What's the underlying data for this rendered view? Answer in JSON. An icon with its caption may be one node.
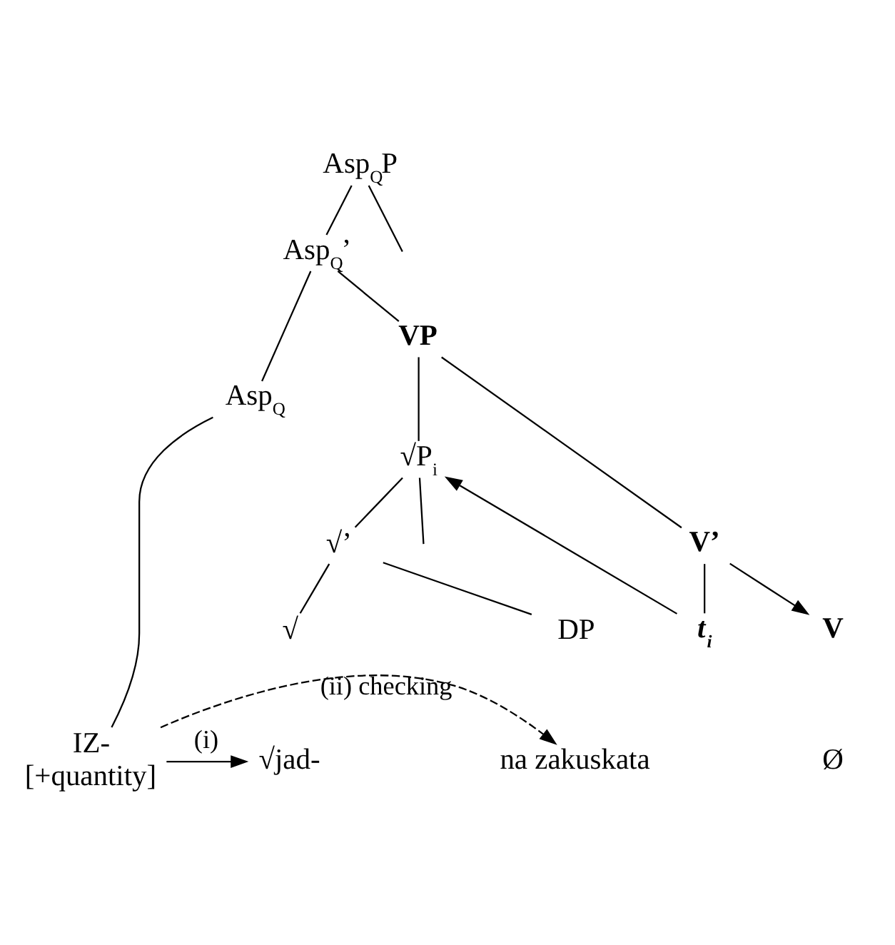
{
  "diagram": {
    "nodes": [
      {
        "text": [
          "Asp$_{Q}$P"
        ]
      },
      {
        "text": [
          "Asp$_{Q}$’"
        ]
      },
      {
        "text": [
          "Asp$_{Q}$"
        ]
      },
      {
        "text": [
          "VP"
        ]
      },
      {
        "text": [
          "√P$_{i}$"
        ]
      },
      {
        "text": [
          "V’"
        ]
      },
      {
        "text": [
          "√’"
        ]
      },
      {
        "text": [
          "√"
        ]
      },
      {
        "text": [
          "DP"
        ]
      },
      {
        "text": [
          "V"
        ]
      },
      {
        "text": [
          "t$_{i}$"
        ]
      },
      {
        "text": [
          "IZ-",
          "[+quantity]"
        ]
      },
      {
        "text": [
          "√jad-"
        ]
      },
      {
        "text": [
          "na zakuskata"
        ]
      },
      {
        "text": [
          "Ø"
        ]
      }
    ],
    "edges": [
      {
        "from": 0,
        "to": null,
        "arrow": "none"
      },
      {
        "from": 0,
        "to": 1,
        "arrow": "none"
      },
      {
        "from": 1,
        "to": 2,
        "arrow": "none"
      },
      {
        "from": 1,
        "to": 3,
        "arrow": "none"
      },
      {
        "from": 2,
        "to": 11,
        "arrow": "none"
      },
      {
        "from": 3,
        "to": 4,
        "arrow": "none"
      },
      {
        "from": 3,
        "to": 5,
        "arrow": "none"
      },
      {
        "from": 4,
        "to": null,
        "arrow": "none"
      },
      {
        "from": 4,
        "to": 6,
        "arrow": "none"
      },
      {
        "from": 6,
        "to": 7,
        "arrow": "none"
      },
      {
        "from": 6,
        "to": 8,
        "arrow": "none"
      },
      {
        "from": 5,
        "to": 9,
        "arrow": "to"
      },
      {
        "from": 5,
        "to": 10,
        "arrow": "none"
      },
      {
        "from": 10,
        "to": 4,
        "arrow": "to"
      },
      {
        "from": 11,
        "to": 12,
        "arrow": "to",
        "label": "(i)"
      },
      {
        "from": 11,
        "to": 13,
        "arrow": "to",
        "label": "(ii) checking",
        "style": "dashed"
      }
    ]
  }
}
